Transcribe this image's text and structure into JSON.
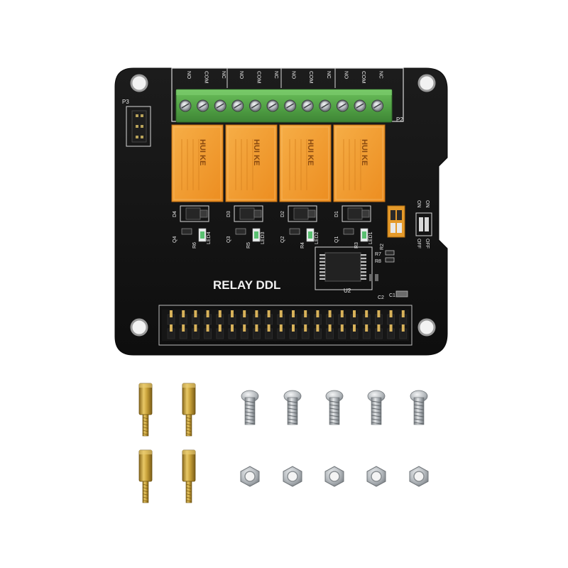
{
  "board": {
    "title": "RELAY DDL",
    "terminal_labels": [
      "NO",
      "COM",
      "NC",
      "NO",
      "COM",
      "NC",
      "NO",
      "COM",
      "NC",
      "NO",
      "COM",
      "NC"
    ],
    "header_label_left": "P3",
    "header_label_right": "P2",
    "switch_on_label": "ON",
    "switch_off_label": "OFF",
    "ic_label": "U2",
    "relays": [
      {
        "name": "relay-1",
        "marking": "HUI KE",
        "diode": "D4",
        "transistor": "Q4",
        "resistor": "R6",
        "led": "LED4"
      },
      {
        "name": "relay-2",
        "marking": "HUI KE",
        "diode": "D3",
        "transistor": "Q3",
        "resistor": "R5",
        "led": "LED3"
      },
      {
        "name": "relay-3",
        "marking": "HUI KE",
        "diode": "D2",
        "transistor": "Q2",
        "resistor": "R4",
        "led": "LED2"
      },
      {
        "name": "relay-4",
        "marking": "HUI KE",
        "diode": "D1",
        "transistor": "Q1",
        "resistor": "R3",
        "led": "LED1"
      }
    ],
    "misc_labels": {
      "r7": "R7",
      "r8": "R8",
      "r2": "R2",
      "c1": "C1",
      "c2": "C2"
    },
    "colors": {
      "pcb": "#141414",
      "terminal_block": "#55a84a",
      "relay": "#f29b2e",
      "brass": "#c9a23a",
      "steel": "#b8bcc0"
    }
  },
  "accessories": {
    "standoffs_count": 4,
    "screws_count": 5,
    "nuts_count": 5
  }
}
